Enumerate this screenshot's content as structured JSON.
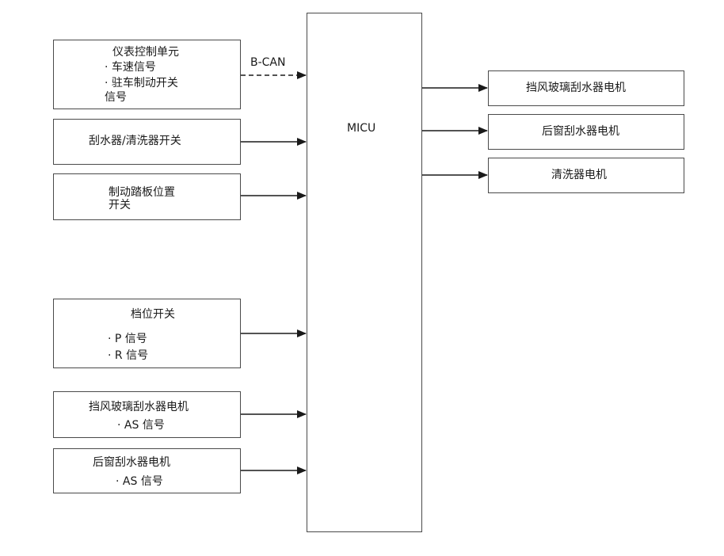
{
  "inputs": {
    "ipu": {
      "title": "仪表控制单元",
      "line1": "· 车速信号",
      "line2": "· 驻车制动开关",
      "line3": "信号",
      "bus": "B-CAN"
    },
    "wiper_switch": {
      "title": "刮水器/清洗器开关"
    },
    "brake_pedal": {
      "title": "制动踏板位置",
      "line2": "开关"
    },
    "gear": {
      "title": "档位开关",
      "line1": "· P 信号",
      "line2": "· R 信号"
    },
    "front_motor_signal": {
      "title": "挡风玻璃刮水器电机",
      "line1": "· AS 信号"
    },
    "rear_motor_signal": {
      "title": "后窗刮水器电机",
      "line1": "· AS 信号"
    }
  },
  "controller": {
    "label": "MICU"
  },
  "outputs": [
    {
      "label": "挡风玻璃刮水器电机"
    },
    {
      "label": "后窗刮水器电机"
    },
    {
      "label": "清洗器电机"
    }
  ]
}
